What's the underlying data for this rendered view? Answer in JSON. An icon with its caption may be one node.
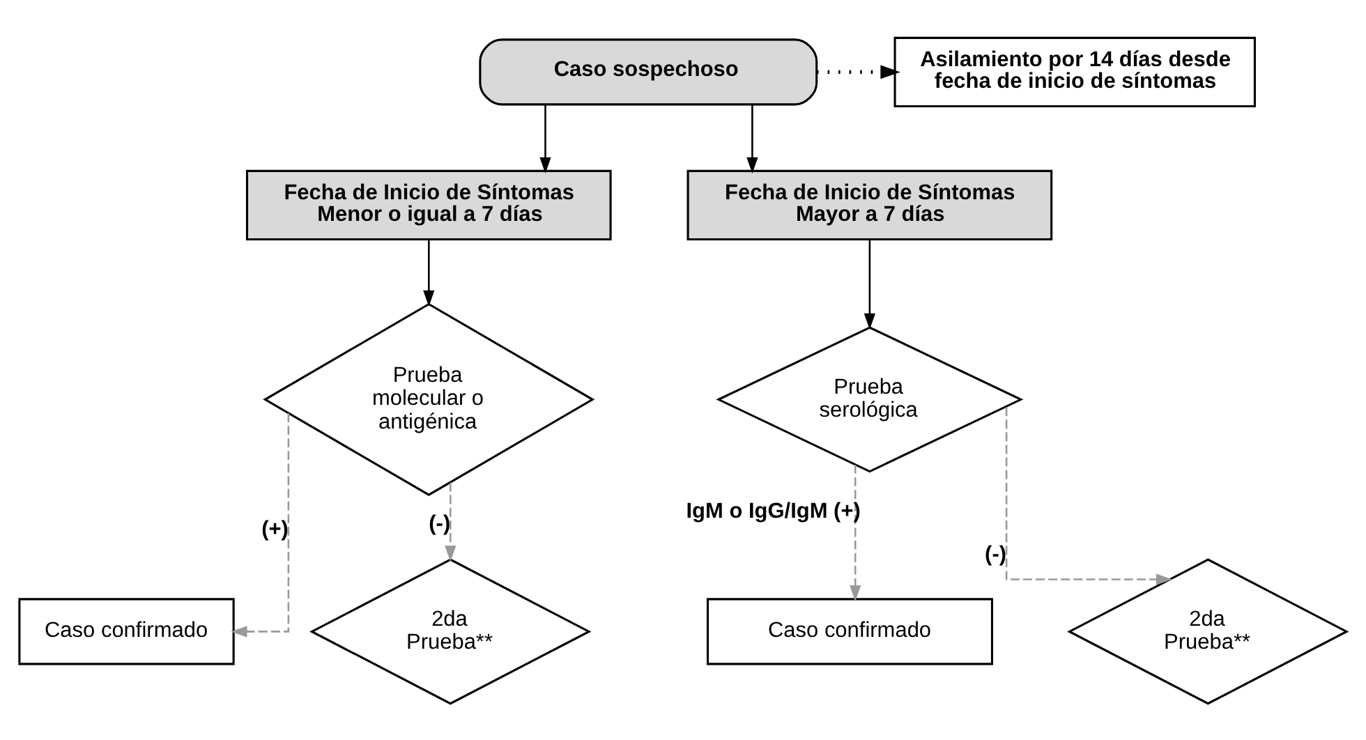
{
  "diagram": {
    "nodes": [
      {
        "text": [
          "Caso sospechoso"
        ]
      },
      {
        "text": [
          "Asilamiento por 14 días desde fecha de inicio de síntomas"
        ]
      },
      {
        "text": [
          "Fecha de Inicio de Síntomas Menor o igual a 7 días"
        ]
      },
      {
        "text": [
          "Fecha de Inicio de Síntomas Mayor a 7 días"
        ]
      },
      {
        "text": [
          "Prueba molecular o antigénica"
        ]
      },
      {
        "text": [
          "Caso confirmado"
        ]
      },
      {
        "text": [
          "2da Prueba**"
        ]
      },
      {
        "text": [
          "Prueba serológica"
        ]
      },
      {
        "text": [
          "Caso confirmado"
        ]
      },
      {
        "text": [
          "2da Prueba**"
        ]
      }
    ],
    "edges": [
      {
        "from": 0,
        "to": 1,
        "arrow": "to",
        "style": "dashed"
      },
      {
        "from": 0,
        "to": 2,
        "arrow": "to"
      },
      {
        "from": 0,
        "to": 3,
        "arrow": "to"
      },
      {
        "from": 2,
        "to": 4,
        "arrow": "to"
      },
      {
        "from": 3,
        "to": 7,
        "arrow": "to"
      },
      {
        "from": 4,
        "to": 5,
        "arrow": "to",
        "label": "(+)",
        "style": "dashed",
        "color": "#999999"
      },
      {
        "from": 4,
        "to": 6,
        "arrow": "to",
        "label": "(-)",
        "style": "dashed",
        "color": "#999999"
      },
      {
        "from": 7,
        "to": 9,
        "arrow": "to",
        "label": "(-)",
        "style": "dashed",
        "color": "#999999"
      },
      {
        "from": 7,
        "to": 8,
        "arrow": "to",
        "label": "IgM o IgG/IgM (+)",
        "style": "dashed",
        "color": "#999999"
      }
    ]
  }
}
